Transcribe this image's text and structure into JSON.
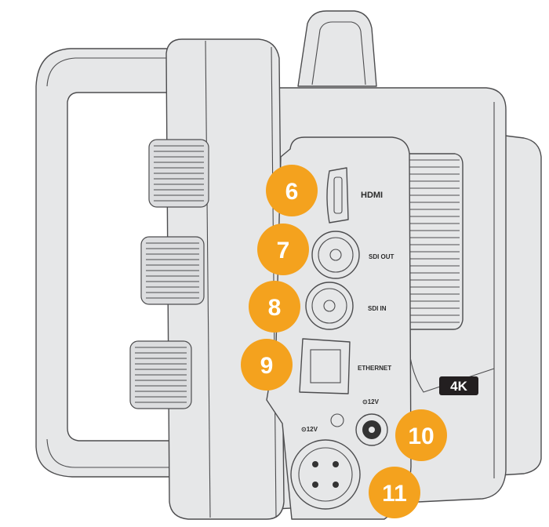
{
  "diagram": {
    "subject": "camera-side-connectors",
    "port_labels": {
      "hdmi": "HDMI",
      "sdi_out": "SDI OUT",
      "sdi_in": "SDI IN",
      "ethernet": "ETHERNET",
      "dc_12v": "⊙12V",
      "xlr_12v": "⊙12V"
    },
    "badge_text": "4K",
    "callouts": [
      "6",
      "7",
      "8",
      "9",
      "10",
      "11"
    ],
    "colors": {
      "callout": "#f4a21e",
      "body": "#e6e7e8",
      "line": "#4d4d4f"
    }
  }
}
